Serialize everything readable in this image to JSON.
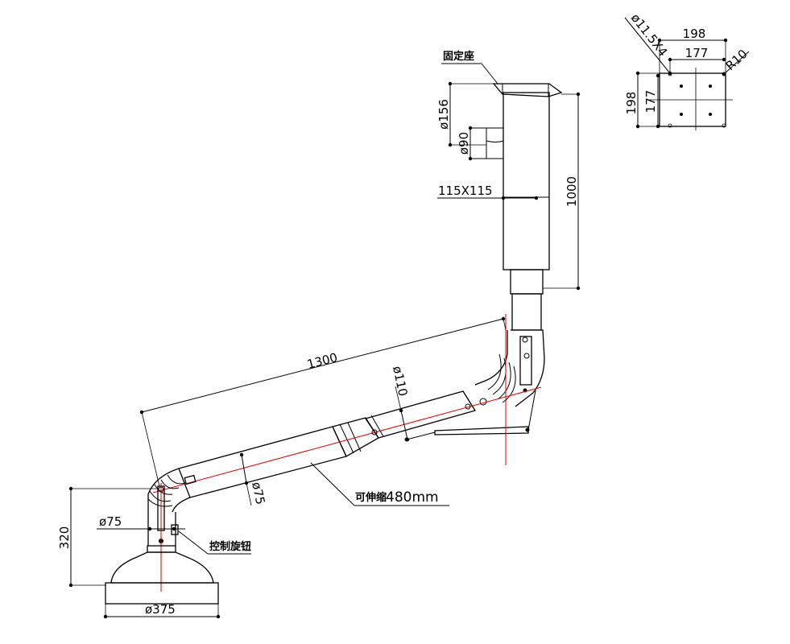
{
  "dimensions": {
    "arm_length": "1300",
    "arm_diameter": "ø110",
    "small_pipe_diameter": "ø75",
    "joint_diameter": "ø75",
    "pillar_height": "1000",
    "pillar_section": "115X115",
    "base_diameter": "ø156",
    "outlet_diameter": "ø90",
    "hood_height": "320",
    "hood_diameter": "ø375",
    "plate_outer": "198",
    "plate_inner": "177",
    "plate_side_outer": "198",
    "plate_side_inner": "177",
    "bolt_holes": "ø11.5X4",
    "corner_radius": "R10"
  },
  "labels": {
    "mount_base": "固定座",
    "telescopic": "可伸缩",
    "telescopic_length": "480mm",
    "control_knob": "控制旋钮"
  },
  "colors": {
    "line": "#000000",
    "centerline": "#e00000"
  }
}
